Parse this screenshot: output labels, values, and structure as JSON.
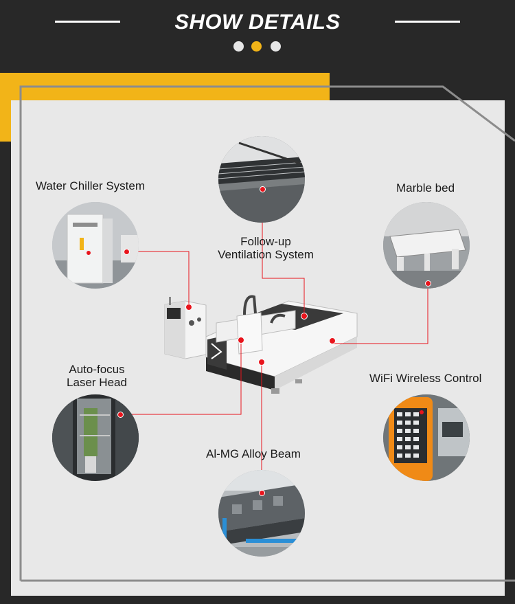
{
  "header": {
    "title": "SHOW DETAILS"
  },
  "colors": {
    "background": "#282828",
    "accent": "#f2b418",
    "panel": "#e8e8e8",
    "connector": "#e8141c",
    "dot_active": "#f2b418",
    "dot_inactive": "#e6e6e6"
  },
  "carousel": {
    "total_dots": 3,
    "active_index": 1
  },
  "features": [
    {
      "id": "water-chiller",
      "label": "Water Chiller System"
    },
    {
      "id": "ventilation",
      "label_lines": [
        "Follow-up",
        "Ventilation System"
      ]
    },
    {
      "id": "marble-bed",
      "label": "Marble bed"
    },
    {
      "id": "laser-head",
      "label_lines": [
        "Auto-focus",
        "Laser Head"
      ]
    },
    {
      "id": "wifi-control",
      "label": "WiFi Wireless Control"
    },
    {
      "id": "alloy-beam",
      "label": "Al-MG Alloy Beam"
    }
  ],
  "images": {
    "machine": "laser-cutting-machine-illustration",
    "water_chiller": "water-chiller-photo",
    "ventilation": "ventilation-system-photo",
    "marble_bed": "marble-bed-photo",
    "laser_head": "laser-head-photo",
    "wifi_control": "wireless-remote-photo",
    "alloy_beam": "alloy-beam-photo"
  }
}
